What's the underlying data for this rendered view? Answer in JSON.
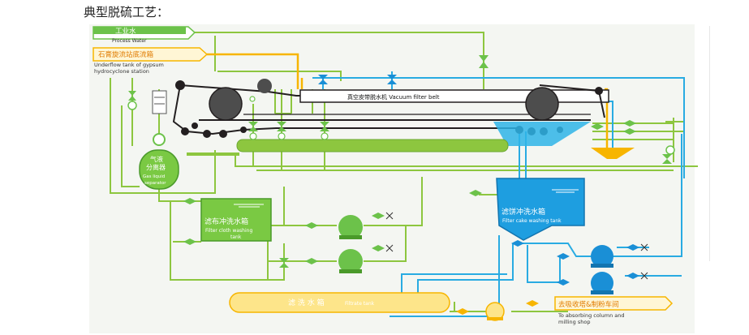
{
  "heading": "典型脱硫工艺：",
  "labels": {
    "process_water_cn": "工业水",
    "process_water_en": "Process Water",
    "underflow_cn": "石膏旋流站底流箱",
    "underflow_en_1": "Underflow tank of gypsum",
    "underflow_en_2": "hydrocyclone station",
    "vacuum_belt": "真空皮带脱水机  Vacuum filter belt",
    "separator_cn_1": "气液",
    "separator_cn_2": "分离器",
    "separator_en_1": "Gas liquid",
    "separator_en_2": "separator",
    "cloth_tank_cn": "滤布冲洗水箱",
    "cloth_tank_en_1": "Filter cloth washing",
    "cloth_tank_en_2": "tank",
    "cake_tank_cn": "滤饼冲洗水箱",
    "cake_tank_en": "Filter cake washing tank",
    "filtrate_cn": "滤 洗 水 箱",
    "filtrate_en": "Filtrate tank",
    "absorb_cn": "去吸收塔&制粉车间",
    "absorb_en_1": "To absorbing column and",
    "absorb_en_2": "milling shop"
  },
  "colors": {
    "green_line": "#8dc63f",
    "blue_line": "#29abe2",
    "yellow_line": "#f7b500",
    "black_line": "#231f20",
    "tank_green": "#7ac943",
    "tank_blue": "#1e9ee0",
    "filtrate_fill": "#fde58a",
    "pump_green": "#6cc24a",
    "pump_blue": "#1a8fd6"
  }
}
